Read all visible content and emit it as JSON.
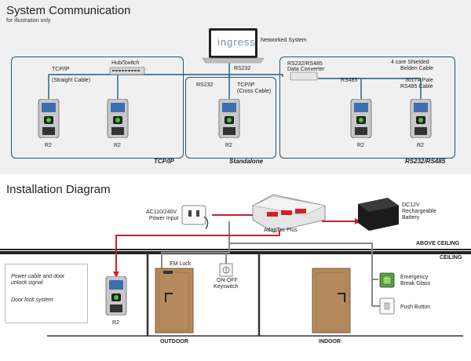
{
  "system": {
    "title": "System Communication",
    "subtitle": "for illustration only",
    "server_logo": "ingress",
    "server_label": "Networked System",
    "hub_label": "Hub/Switch",
    "tcpip_label": "TCP/IP",
    "straight_cable": "(Straight Cable)",
    "rs232_top": "RS232",
    "rs232_left": "RS232",
    "tcpip_cross": "TCP/IP",
    "cross_cable": "(Cross Cable)",
    "converter_label_1": "RS232/RS485",
    "converter_label_2": "Data Converter",
    "rs485_label": "RS485",
    "shielded_1": "4 core Shielded",
    "shielded_2": "Belden Cable",
    "paie_1": "3017A Paie",
    "paie_2": "RS485 Cable",
    "devices": [
      "R2",
      "R2",
      "R2",
      "R2",
      "R2"
    ],
    "section_tcpip": "TCP/IP",
    "section_standalone": "Standalone",
    "section_rs": "RS232/RS485"
  },
  "install": {
    "title": "Installation Diagram",
    "power_1": "AC110/240V",
    "power_2": "Power Input",
    "adaptec": "AdapTec Plus",
    "battery_1": "DC12V",
    "battery_2": "Rechargeable",
    "battery_3": "Battery",
    "above_ceiling": "ABOVE CEILING",
    "ceiling": "CEILING",
    "em_lock": "EM Lock",
    "keyswitch_1": "ON-OFF",
    "keyswitch_2": "Keyswitch",
    "emergency_1": "Emergency",
    "emergency_2": "Break Glass",
    "push_button": "Push Button",
    "device": "R2",
    "outdoor": "OUTDOOR",
    "indoor": "INDOOR",
    "legend_power_1": "Power cable and door",
    "legend_power_2": "unlock signal",
    "legend_lock": "Door lock system"
  },
  "colors": {
    "panel_border": "#1e5a7a",
    "power_line": "#d0202a",
    "lock_line": "#8a8a8a",
    "door": "#b58a5c"
  }
}
